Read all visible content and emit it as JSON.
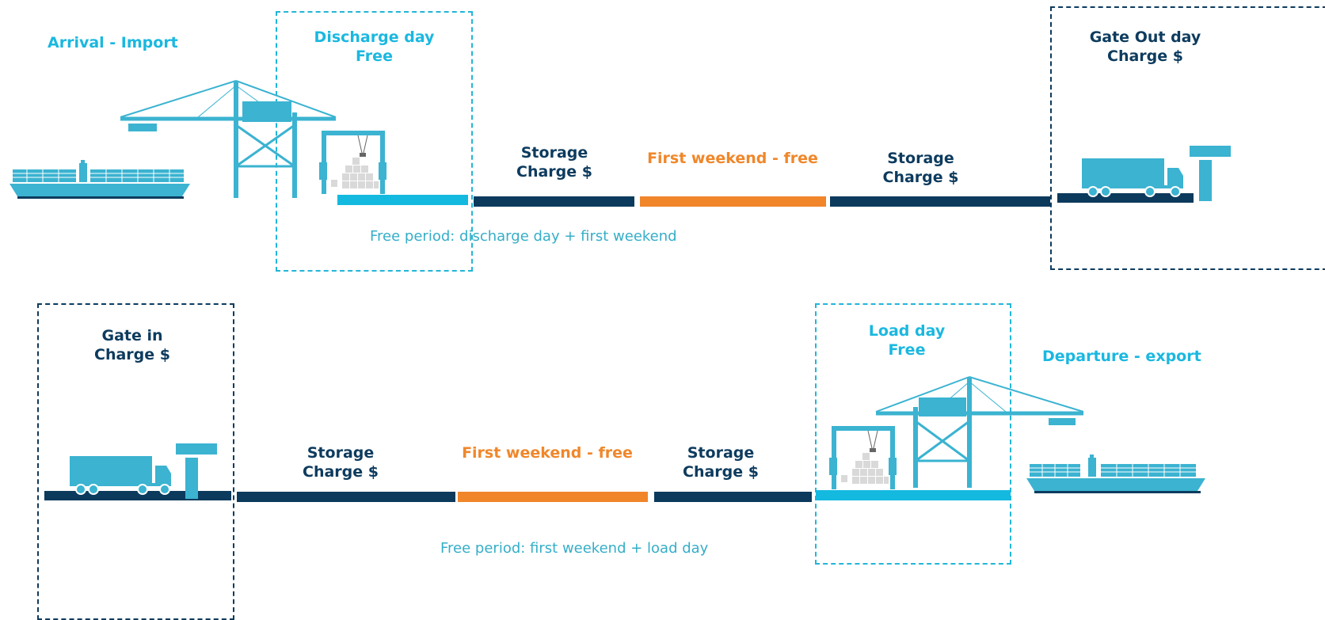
{
  "colors": {
    "cyan": "#1ab8e0",
    "navy": "#0d3b5e",
    "orange": "#f0872a",
    "illustration": "#3bb3d1"
  },
  "import_flow": {
    "arrival_label": "Arrival - Import",
    "discharge_day": {
      "line1": "Discharge day",
      "line2": "Free"
    },
    "storage_1": {
      "line1": "Storage",
      "line2": "Charge $"
    },
    "weekend": "First weekend - free",
    "storage_2": {
      "line1": "Storage",
      "line2": "Charge $"
    },
    "gate_out_day": {
      "line1": "Gate Out day",
      "line2": "Charge $"
    },
    "free_period_note": "Free period: discharge day + first weekend"
  },
  "export_flow": {
    "gate_in": {
      "line1": "Gate in",
      "line2": "Charge $"
    },
    "storage_1": {
      "line1": "Storage",
      "line2": "Charge $"
    },
    "weekend": "First weekend - free",
    "storage_2": {
      "line1": "Storage",
      "line2": "Charge $"
    },
    "load_day": {
      "line1": "Load day",
      "line2": "Free"
    },
    "departure_label": "Departure - export",
    "free_period_note": "Free period: first weekend + load day"
  },
  "icons": [
    "container-ship-icon",
    "quay-crane-icon",
    "straddle-carrier-icon",
    "truck-icon"
  ]
}
